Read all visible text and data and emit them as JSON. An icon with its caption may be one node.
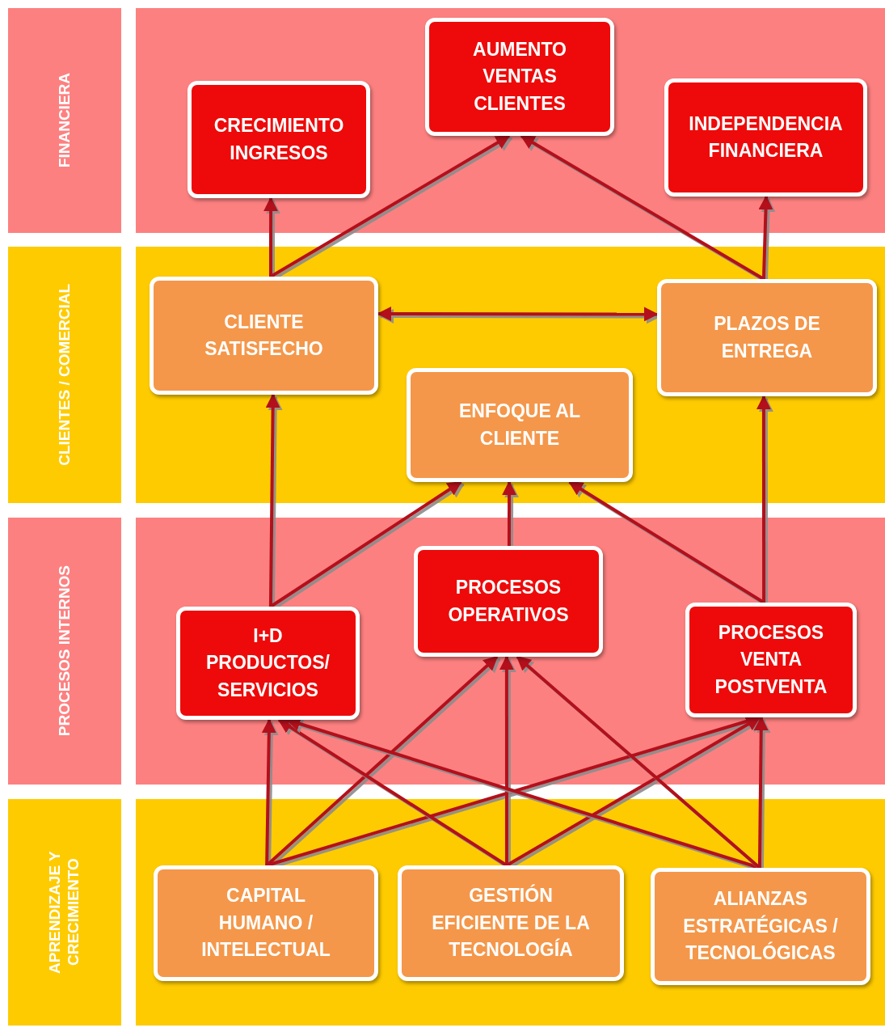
{
  "diagram": {
    "nodes": [
      {
        "text": [
          "FINANCIERA"
        ]
      },
      {
        "text": [
          "CLIENTES / COMERCIAL"
        ]
      },
      {
        "text": [
          "PROCESOS INTERNOS"
        ]
      },
      {
        "text": [
          "APRENDIZAJE Y CRECIMIENTO"
        ]
      },
      {
        "text": [
          "CRECIMIENTO INGRESOS"
        ]
      },
      {
        "text": [
          "AUMENTO VENTAS CLIENTES"
        ]
      },
      {
        "text": [
          "INDEPENDENCIA FINANCIERA"
        ]
      },
      {
        "text": [
          "CLIENTE SATISFECHO"
        ]
      },
      {
        "text": [
          "PLAZOS DE ENTREGA"
        ]
      },
      {
        "text": [
          "ENFOQUE AL CLIENTE"
        ]
      },
      {
        "text": [
          "I+D PRODUCTOS/ SERVICIOS"
        ]
      },
      {
        "text": [
          "PROCESOS OPERATIVOS"
        ]
      },
      {
        "text": [
          "PROCESOS VENTA POSTVENTA"
        ]
      },
      {
        "text": [
          "CAPITAL HUMANO / INTELECTUAL"
        ]
      },
      {
        "text": [
          "GESTIÓN EFICIENTE DE LA TECNOLOGÍA"
        ]
      },
      {
        "text": [
          "ALIANZAS ESTRATÉGICAS / TECNOLÓGICAS"
        ]
      }
    ],
    "edges": [
      {
        "from": 7,
        "to": 4,
        "arrow": "to"
      },
      {
        "from": 7,
        "to": 5,
        "arrow": "to"
      },
      {
        "from": 8,
        "to": 5,
        "arrow": "to"
      },
      {
        "from": 8,
        "to": 6,
        "arrow": "to"
      },
      {
        "from": 7,
        "to": 8,
        "arrow": "both"
      },
      {
        "from": 10,
        "to": 7,
        "arrow": "to"
      },
      {
        "from": 10,
        "to": 9,
        "arrow": "to"
      },
      {
        "from": 11,
        "to": 9,
        "arrow": "to"
      },
      {
        "from": 12,
        "to": 9,
        "arrow": "to"
      },
      {
        "from": 12,
        "to": 8,
        "arrow": "to"
      },
      {
        "from": 13,
        "to": 10,
        "arrow": "to"
      },
      {
        "from": 13,
        "to": 11,
        "arrow": "to"
      },
      {
        "from": 13,
        "to": 12,
        "arrow": "to"
      },
      {
        "from": 14,
        "to": 10,
        "arrow": "to"
      },
      {
        "from": 14,
        "to": 11,
        "arrow": "to"
      },
      {
        "from": 14,
        "to": 12,
        "arrow": "to"
      },
      {
        "from": 15,
        "to": 10,
        "arrow": "to"
      },
      {
        "from": 15,
        "to": 11,
        "arrow": "to"
      },
      {
        "from": 15,
        "to": 12,
        "arrow": "to"
      }
    ]
  }
}
